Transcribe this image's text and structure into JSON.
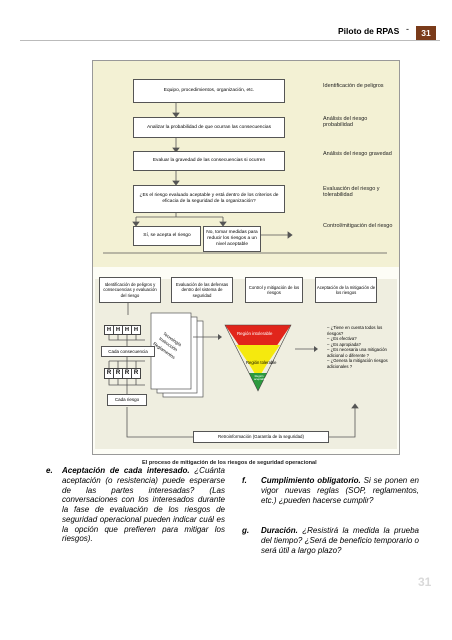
{
  "header": {
    "title": "Piloto de RPAS",
    "dash": "-",
    "page": "31"
  },
  "flow1": {
    "b1": "Equipo, procedimientos, organización, etc.",
    "b2": "Analizar la probabilidad de que ocurran las consecuencias",
    "b3": "Evaluar la gravedad de las consecuencias si ocurren",
    "b4": "¿Es el riesgo evaluado aceptable y está dentro de los criterios de eficacia de la seguridad de la organización?",
    "b5": "Sí, se acepta el riesgo",
    "b6": "No, tomar medidas para reducir los riesgos a un nivel aceptable",
    "r1": "Identificación de peligros",
    "r2": "Análisis del riesgo probabilidad",
    "r3": "Análisis del riesgo gravedad",
    "r4": "Evaluación del riesgo y tolerabilidad",
    "r5": "Control/mitigación del riesgo"
  },
  "flow2": {
    "t1": "Identificación de peligros y consecuencias y evaluación del riesgo",
    "t2": "Evaluación de las defensas dentro del sistema de seguridad",
    "t3": "Control y mitigación de los riesgos",
    "t4": "Aceptación de la mitigación de los riesgos",
    "h": "H",
    "r": "R",
    "cada_consecuencia": "Cada consecuencia",
    "cada_riesgo": "Cada riesgo",
    "s1": "Tecnología",
    "s2": "Instrucción",
    "s3": "Reglamentos",
    "tri1": "Región intolerable",
    "tri2": "Región tolerable",
    "tri3": "Región aceptable",
    "q1": "– ¿Tiene en cuenta todos los riesgos?",
    "q2": "– ¿Es efectiva?",
    "q3": "– ¿Es apropiada?",
    "q4": "– ¿Es necesaria una mitigación adicional o diferente ?",
    "q5": "– ¿Genera la mitigación riesgos adicionales ?",
    "feedback": "Retroinformación (Garantía de la seguridad)"
  },
  "caption": "El proceso de mitigación de los riesgos de seguridad operacional",
  "items": {
    "e_letter": "e.",
    "e_title": "Aceptación de cada interesado.",
    "e_body": "¿Cuánta aceptación (o resistencia) puede esperarse de las partes interesadas? (Las conversaciones con los interesados durante la fase de evaluación de los riesgos de seguridad operacional pueden indicar cuál es la opción que prefieren para mitigar los riesgos).",
    "f_letter": "f.",
    "f_title": "Cumplimiento obligatorio.",
    "f_body": "Si se ponen en vigor nuevas reglas (SOP, reglamentos, etc.) ¿pueden hacerse cumplir?",
    "g_letter": "g.",
    "g_title": "Duración.",
    "g_body": "¿Resistirá la medida la prueba del tiempo? ¿Será de beneficio temporario o será útil a largo plazo?"
  },
  "footer": {
    "page": "31"
  }
}
